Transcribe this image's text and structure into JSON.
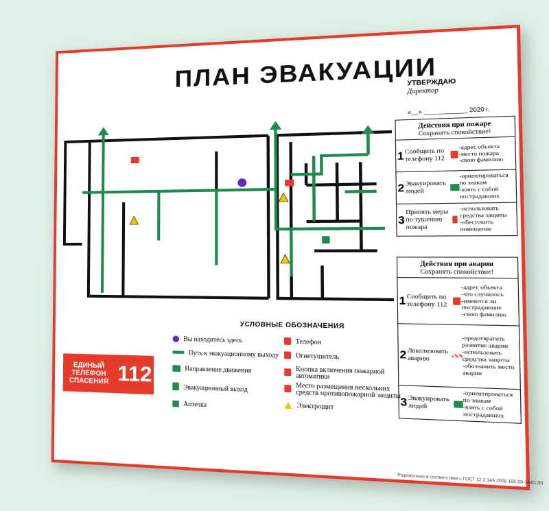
{
  "title": "ПЛАН ЭВАКУАЦИИ",
  "approve": {
    "heading": "УТВЕРЖДАЮ",
    "role": "Директор",
    "date_line": "«__»  ____________ 2020 г."
  },
  "legend": {
    "title": "УСЛОВНЫЕ ОБОЗНАЧЕНИЯ",
    "items": [
      {
        "label": "Вы находитесь здесь",
        "icon": "you-are-here-dot"
      },
      {
        "label": "Путь к эвакуационному выходу",
        "icon": "route-line"
      },
      {
        "label": "Направление движения",
        "icon": "direction-arrow"
      },
      {
        "label": "Эвакуационный выход",
        "icon": "exit-sign"
      },
      {
        "label": "Аптечка",
        "icon": "first-aid-kit"
      },
      {
        "label": "Телефон",
        "icon": "phone"
      },
      {
        "label": "Огнетушитель",
        "icon": "extinguisher"
      },
      {
        "label": "Кнопка включения пожарной автоматики",
        "icon": "fire-button"
      },
      {
        "label": "Место размещения нескольких средств противопожарной защиты",
        "icon": "fire-equipment"
      },
      {
        "label": "Электрощит",
        "icon": "electric-hazard"
      }
    ]
  },
  "phone": {
    "text1": "ЕДИНЫЙ",
    "text2": "ТЕЛЕФОН",
    "text3": "СПАСЕНИЯ",
    "number": "112"
  },
  "fire_panel": {
    "heading": "Действия при пожаре",
    "calm": "Сохранять спокойствие!",
    "rows": [
      {
        "num": "1",
        "action": "Сообщить по телефону 112",
        "details": "-адрес объекта\n-место пожара\n-свою фамилию"
      },
      {
        "num": "2",
        "action": "Эвакуировать людей",
        "details": "-ориентироваться по знакам\n-взять с собой пострадавших"
      },
      {
        "num": "3",
        "action": "Принять меры по тушению пожара",
        "details": "-использовать средства защиты\n-обесточить помещение"
      }
    ]
  },
  "accident_panel": {
    "heading": "Действия при аварии",
    "calm": "Сохранять спокойствие!",
    "rows": [
      {
        "num": "1",
        "action": "Сообщить по телефону 112",
        "details": "-адрес объекта\n-что случилось\n-имеются ли пострадавшие\n-свою фамилию"
      },
      {
        "num": "2",
        "action": "Локализовать аварию",
        "details": "-предотвратить развитие аварии\n-использовать средства защиты\n-обозначить место аварии"
      },
      {
        "num": "3",
        "action": "Эвакуировать людей",
        "details": "-ориентироваться по знакам\n-взять с собой пострадавших"
      }
    ]
  },
  "footer": "Разработано в соответствии с ГОСТ 12.2.143-2009  165-20-1440-ЭЗ",
  "colors": {
    "border": "#e53b2c",
    "route": "#1e8a4e",
    "wall": "#111111",
    "accent": "#e53b2c"
  }
}
